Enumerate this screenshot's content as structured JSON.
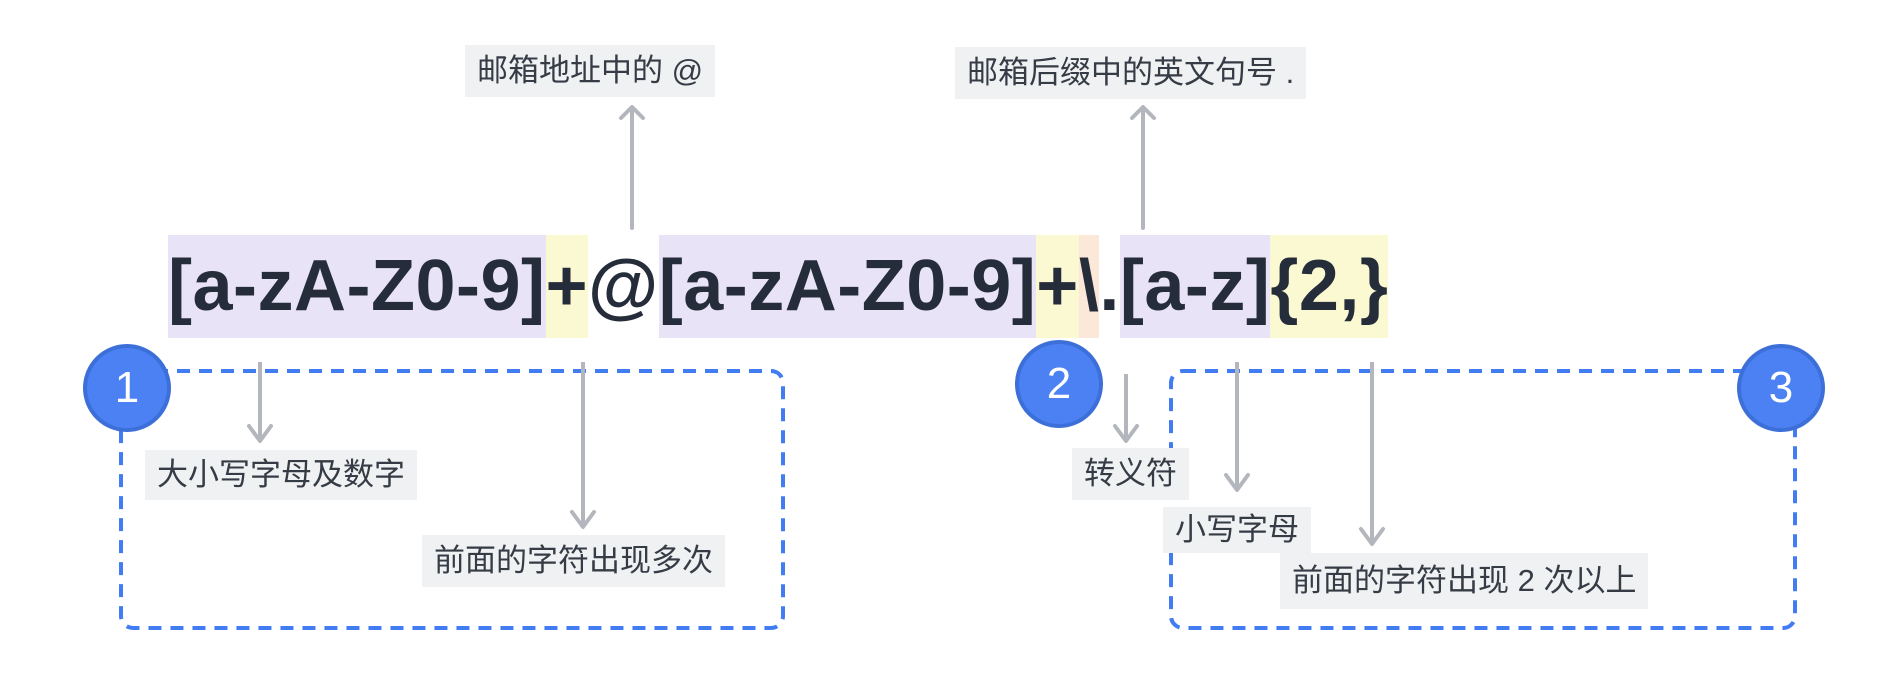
{
  "regex": {
    "full": "[a-zA-Z0-9]+@[a-zA-Z0-9]+\\.[a-z]{2,}",
    "segments": [
      {
        "text": "[a-zA-Z0-9]",
        "highlight": "purple"
      },
      {
        "text": "+",
        "highlight": "yellow"
      },
      {
        "text": "@",
        "highlight": "none"
      },
      {
        "text": "[a-zA-Z0-9]",
        "highlight": "purple"
      },
      {
        "text": "+",
        "highlight": "yellow"
      },
      {
        "text": "\\",
        "highlight": "peach"
      },
      {
        "text": ".",
        "highlight": "none"
      },
      {
        "text": "[a-z]",
        "highlight": "purple"
      },
      {
        "text": "{2,}",
        "highlight": "yellow"
      }
    ]
  },
  "callouts": {
    "at_symbol": "邮箱地址中的 @",
    "dot_symbol": "邮箱后缀中的英文句号 .",
    "letters_and_digits": "大小写字母及数字",
    "plus_repeat": "前面的字符出现多次",
    "escape_char": "转义符",
    "lowercase_letters": "小写字母",
    "two_or_more": "前面的字符出现 2 次以上"
  },
  "badges": [
    "1",
    "2",
    "3"
  ],
  "colors": {
    "highlight_purple": "#e9e3f8",
    "highlight_yellow": "#fbf9d2",
    "highlight_peach": "#fce8d8",
    "regex_text": "#262d3a",
    "callout_background": "#f0f1f2",
    "callout_text": "#363c46",
    "badge_fill": "#4c81f4",
    "badge_border": "#3d6fd9",
    "dashed_border_blue": "#417cf2",
    "arrow_gray": "#b3b7bd",
    "page_background": "#ffffff"
  }
}
